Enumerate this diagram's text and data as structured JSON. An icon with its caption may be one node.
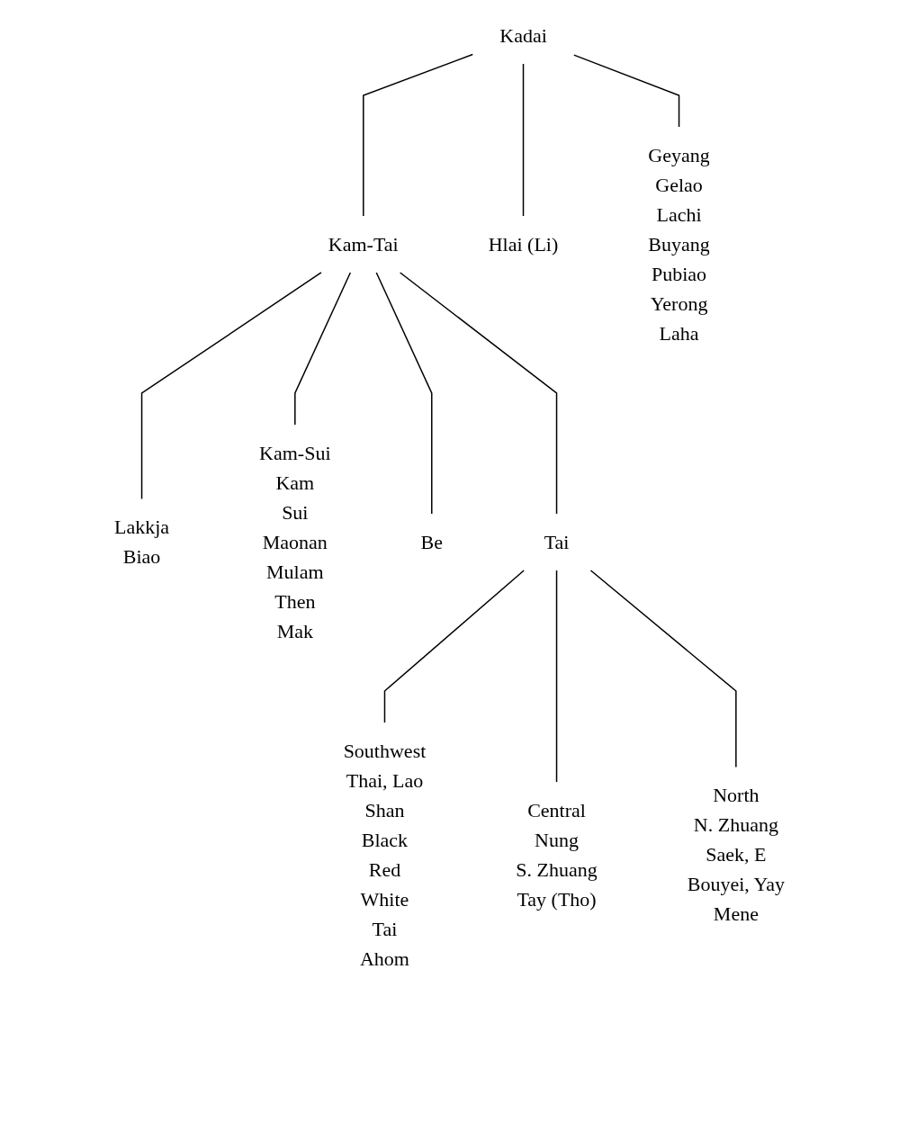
{
  "diagram": {
    "nodes": [
      {
        "text": [
          "Kadai"
        ]
      },
      {
        "text": [
          "Kam-Tai"
        ]
      },
      {
        "text": [
          "Hlai (Li)"
        ]
      },
      {
        "text": [
          "Geyang"
        ],
        "beside": [
          "Gelao",
          "Lachi",
          "Buyang",
          "Pubiao",
          "Yerong",
          "Laha"
        ]
      },
      {
        "text": [
          "Lakkja"
        ],
        "beside": [
          "Biao"
        ]
      },
      {
        "text": [
          "Kam-Sui"
        ],
        "beside": [
          "Kam",
          "Sui",
          "Maonan",
          "Mulam",
          "Then",
          "Mak"
        ]
      },
      {
        "text": [
          "Be"
        ]
      },
      {
        "text": [
          "Tai"
        ]
      },
      {
        "text": [
          "Southwest"
        ],
        "beside": [
          "Thai, Lao",
          "Shan",
          "Black",
          "Red",
          "White",
          "Tai",
          "Ahom"
        ]
      },
      {
        "text": [
          "Central"
        ],
        "beside": [
          "Nung",
          "S. Zhuang",
          "Tay (Tho)"
        ]
      },
      {
        "text": [
          "North"
        ],
        "beside": [
          "N. Zhuang",
          "Saek, E",
          "Bouyei, Yay",
          "Mene"
        ]
      }
    ],
    "edges": [
      {
        "from": 0,
        "to": 1,
        "arrow": "none"
      },
      {
        "from": 0,
        "to": 2,
        "arrow": "none"
      },
      {
        "from": 0,
        "to": 3,
        "arrow": "none"
      },
      {
        "from": 1,
        "to": 4,
        "arrow": "none"
      },
      {
        "from": 1,
        "to": 5,
        "arrow": "none"
      },
      {
        "from": 1,
        "to": 6,
        "arrow": "none"
      },
      {
        "from": 1,
        "to": 7,
        "arrow": "none"
      },
      {
        "from": 7,
        "to": 8,
        "arrow": "none"
      },
      {
        "from": 7,
        "to": 9,
        "arrow": "none"
      },
      {
        "from": 7,
        "to": 10,
        "arrow": "none"
      }
    ]
  }
}
